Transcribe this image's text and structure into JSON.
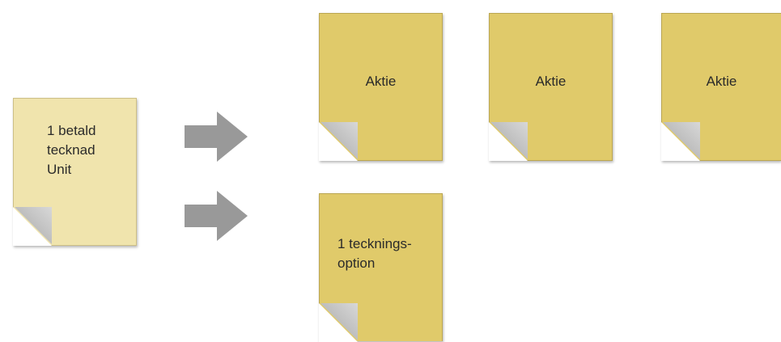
{
  "source_doc": {
    "text": "1 betald\ntecknad\nUnit"
  },
  "targets": {
    "shares": [
      {
        "text": "Aktie"
      },
      {
        "text": "Aktie"
      },
      {
        "text": "Aktie"
      }
    ],
    "option": {
      "text": "1 tecknings-\noption"
    }
  },
  "colors": {
    "source_fill": "#f0e4ad",
    "target_fill": "#e0ca6a",
    "arrow": "#999999",
    "fold": "#c8c8c8"
  },
  "icons": [
    "arrow-right-icon",
    "page-curl-icon"
  ]
}
